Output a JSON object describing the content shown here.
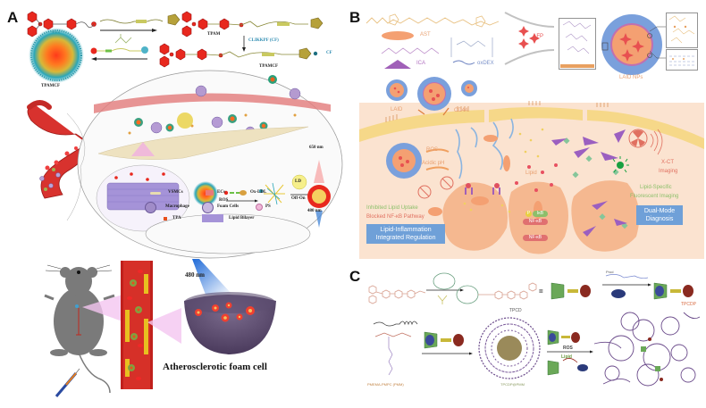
{
  "figure": {
    "panels": {
      "A": {
        "letter": "A",
        "synthesis": {
          "tpa": "TPA",
          "tpam": "TPAM",
          "reagent": "CLIKKPF (CF)",
          "tpamcf": "TPAMCF",
          "cf_tag": "CF",
          "micelle_label": "TPAMCF"
        },
        "mechanism": {
          "ros_label": "ROS",
          "ld_label": "LD",
          "offon_label": "Off-On",
          "emission_label": "650 nm",
          "excitation_label": "480 nm"
        },
        "legend": {
          "items": [
            {
              "label": "VSMCs",
              "icon": "vsmc-icon"
            },
            {
              "label": "ECs",
              "icon": "endothelial-cell-icon"
            },
            {
              "label": "Ox-LDL",
              "icon": "ox-ldl-icon"
            },
            {
              "label": "Macrophage",
              "icon": "macrophage-icon"
            },
            {
              "label": "Foam Cells",
              "icon": "foam-cell-icon"
            },
            {
              "label": "PS",
              "icon": "ps-icon"
            },
            {
              "label": "TPA",
              "icon": "tpa-icon"
            },
            {
              "label": "Lipid Bilayer",
              "icon": "lipid-bilayer-icon"
            }
          ]
        },
        "invivo": {
          "laser_label": "480 nm",
          "caption": "Atherosclerotic foam cell"
        }
      },
      "B": {
        "letter": "B",
        "components": {
          "ast": "AST",
          "ica": "ICA",
          "oxdex": "oxDEX",
          "lfp": "LFP",
          "nps": "LAID NPs"
        },
        "cell": {
          "laid": "LAID",
          "cd44": "CD44",
          "ros": "ROS",
          "acidic": "Acidic pH",
          "lipid": "Lipid",
          "xct": "X-CT",
          "xct2": "Imaging",
          "fluor1": "Lipid-Specific",
          "fluor2": "Fluorescent Imaging",
          "inhibit": "Inhibited Lipid Uptake",
          "blocked": "Blocked NF-κB Pathway",
          "reg1": "Lipid-Inflammation",
          "reg2": "Integrated Regulation",
          "diag1": "Dual-Mode",
          "diag2": "Diagnosis",
          "ikb": "IκB",
          "nfkb1": "NF-κB",
          "nfkb2": "NF-κB",
          "p": "P"
        },
        "colors": {
          "cell_bg": "#fbe3d0",
          "membrane": "#f6d889",
          "np_shell": "#7aa0dc",
          "np_core": "#f4a072",
          "purple": "#9b5fc0",
          "green": "#86c69a",
          "red_text": "#e07060",
          "green_text": "#8cbf6a",
          "box_blue": "#6fa0d8"
        }
      },
      "C": {
        "letter": "C",
        "labels": {
          "tpcd": "TPCD",
          "prod": "Prod",
          "tpcdp": "TPCDP",
          "polymer": "PMEMA-PMPC (PMM)",
          "assembly": "TPCDP@PMM",
          "ros": "ROS",
          "lipid": "Lipid"
        }
      }
    }
  }
}
